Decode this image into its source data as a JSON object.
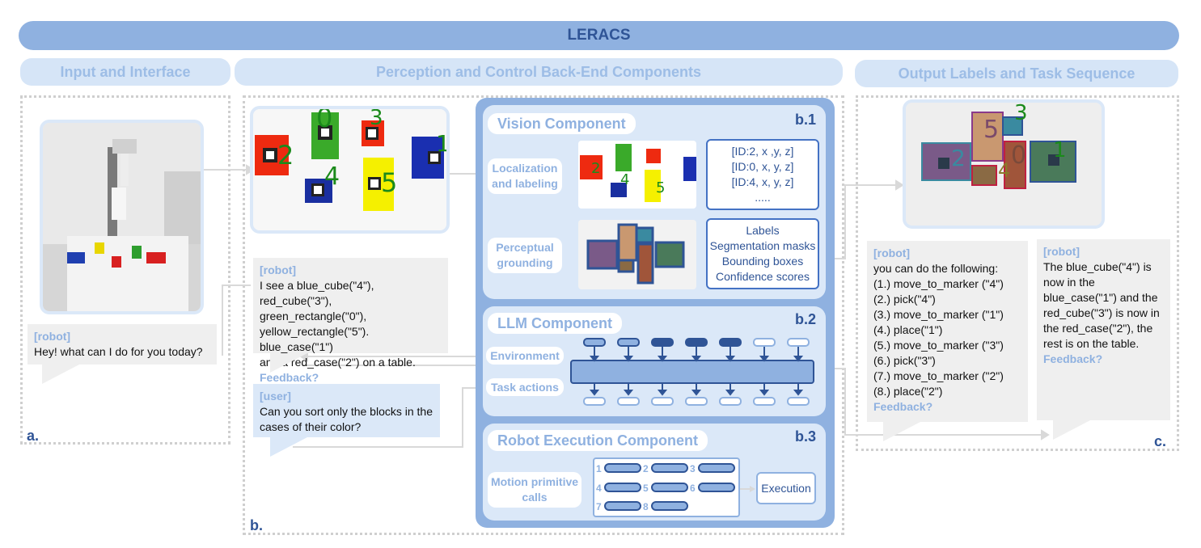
{
  "title": "LERACS",
  "sections": {
    "input": "Input and Interface",
    "backend": "Perception and Control Back-End Components",
    "output": "Output Labels and Task Sequence"
  },
  "panel_letters": {
    "a": "a.",
    "b": "b.",
    "c": "c."
  },
  "input_bubble": {
    "who": "[robot]",
    "text": "Hey! what can I do for you today?"
  },
  "robot_bubble": {
    "who": "[robot]",
    "lines": [
      "I see a blue_cube(\"4\"), red_cube(\"3\"),",
      "green_rectangle(\"0\"),",
      "yellow_rectangle(\"5\"). blue_case(\"1\")",
      "and a red_case(\"2\") on a table."
    ],
    "feedback": "Feedback?"
  },
  "user_bubble": {
    "who": "[user]",
    "lines": [
      "Can you sort only the blocks in the",
      "cases of their color?"
    ]
  },
  "vision": {
    "title": "Vision Component",
    "tag": "b.1",
    "label1": [
      "Localization",
      "and labeling"
    ],
    "label2": [
      "Perceptual",
      "grounding"
    ],
    "ids": [
      "[ID:2, x ,y, z]",
      "[ID:0, x, y, z]",
      "[ID:4, x, y, z]",
      "....."
    ],
    "outputs": [
      "Labels",
      "Segmentation masks",
      "Bounding boxes",
      "Confidence scores"
    ]
  },
  "llm": {
    "title": "LLM Component",
    "tag": "b.2",
    "label1": "Environment",
    "label2": "Task actions"
  },
  "robot_exec": {
    "title": "Robot Execution Component",
    "tag": "b.3",
    "label": [
      "Motion primitive",
      "calls"
    ],
    "numbers": [
      "1",
      "2",
      "3",
      "4",
      "5",
      "6",
      "7",
      "8"
    ],
    "execution": "Execution"
  },
  "markers": [
    "0",
    "3",
    "2",
    "1",
    "4",
    "5"
  ],
  "output_bubble1": {
    "who": "[robot]",
    "lines": [
      "you can do the following:",
      "(1.) move_to_marker (\"4\")",
      "(2.) pick(\"4\")",
      "(3.) move_to_marker (\"1\")",
      "(4.) place(\"1\")",
      "(5.) move_to_marker (\"3\")",
      "(6.)  pick(\"3\")",
      "(7.) move_to_marker (\"2\")",
      "(8.) place(\"2\")"
    ],
    "feedback": "Feedback?"
  },
  "output_bubble2": {
    "who": "[robot]",
    "lines": [
      "The blue_cube(\"4\") is",
      "now in the",
      "blue_case(\"1\") and the",
      "red_cube(\"3\") is now in",
      "the red_case(\"2\"), the",
      "rest is on the table."
    ],
    "feedback": "Feedback?"
  },
  "colors": {
    "accent": "#8fb1e0",
    "dark": "#2f5496",
    "light": "#dbe8f8"
  }
}
